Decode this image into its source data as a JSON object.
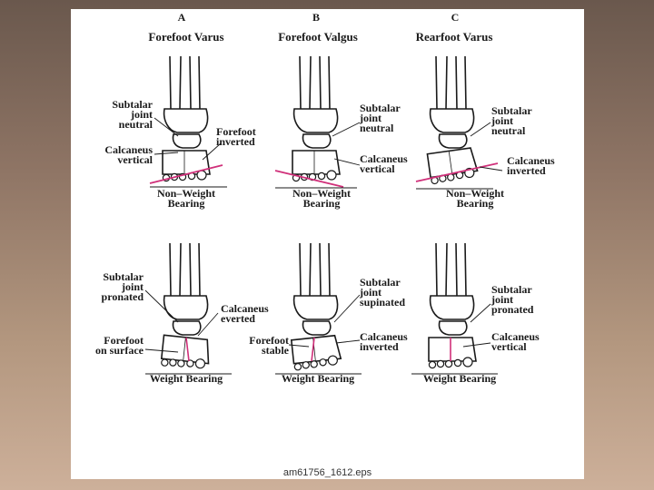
{
  "columns": [
    {
      "letter": "A",
      "title": "Forefoot Varus",
      "nwb": {
        "label_left_1": "Subtalar\njoint\nneutral",
        "label_left_2": "Calcaneus\nvertical",
        "label_right_1": "Forefoot\ninverted",
        "state": "Non–Weight\nBearing"
      },
      "wb": {
        "label_left_1": "Subtalar\njoint\npronated",
        "label_left_2": "Forefoot\non surface",
        "label_right_1": "Calcaneus\neverted",
        "state": "Weight Bearing"
      }
    },
    {
      "letter": "B",
      "title": "Forefoot Valgus",
      "nwb": {
        "label_right_1": "Subtalar\njoint\nneutral",
        "label_right_2": "Calcaneus\nvertical",
        "state": "Non–Weight\nBearing"
      },
      "wb": {
        "label_right_1": "Subtalar\njoint\nsupinated",
        "label_left_1": "Forefoot\nstable",
        "label_right_2": "Calcaneus\ninverted",
        "state": "Weight Bearing"
      }
    },
    {
      "letter": "C",
      "title": "Rearfoot Varus",
      "nwb": {
        "label_right_1": "Subtalar\njoint\nneutral",
        "label_right_2": "Calcaneus\ninverted",
        "state": "Non–Weight\nBearing"
      },
      "wb": {
        "label_right_1": "Subtalar\njoint\npronated",
        "label_right_2": "Calcaneus\nvertical",
        "state": "Weight Bearing"
      }
    }
  ],
  "caption": "am61756_1612.eps",
  "colors": {
    "line": "#1a1a1a",
    "accent": "#d0307a",
    "page": "#ffffff"
  }
}
